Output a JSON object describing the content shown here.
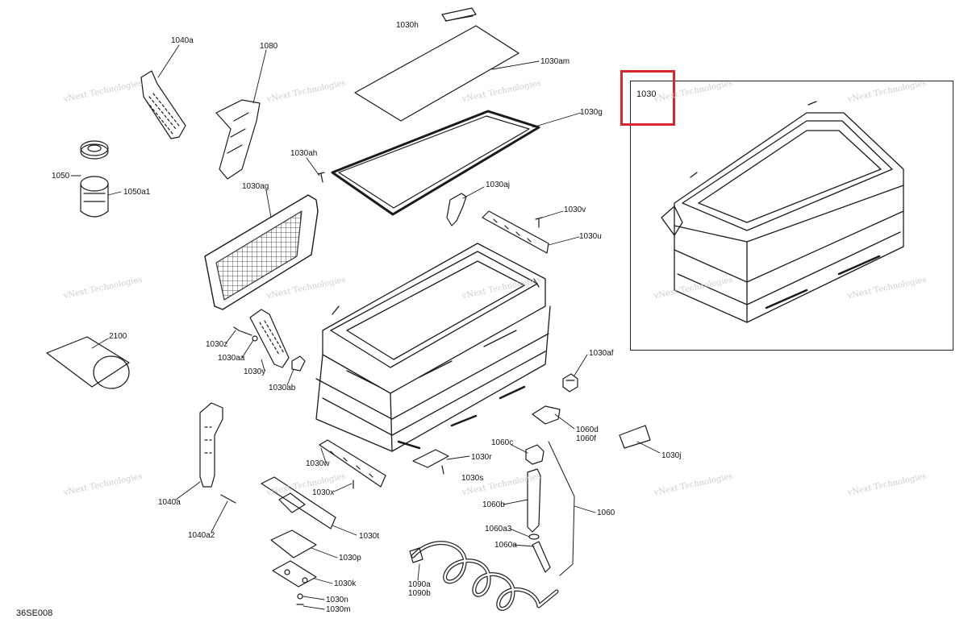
{
  "diagram": {
    "code": "36SE008",
    "inset_label": "1030",
    "watermark": "vNext Technologies",
    "highlight_color": "#d9262c",
    "labels": {
      "p1030h": "1030h",
      "p1030am": "1030am",
      "p1030g": "1030g",
      "p1040a_top": "1040a",
      "p1080": "1080",
      "p1030ah": "1030ah",
      "p1030ag": "1030ag",
      "p1030aj": "1030aj",
      "p1030v": "1030v",
      "p1030u": "1030u",
      "p1050": "1050",
      "p1050a1": "1050a1",
      "p2100": "2100",
      "p1030z": "1030z",
      "p1030aa": "1030aa",
      "p1030y": "1030y",
      "p1030ab": "1030ab",
      "p1030af": "1030af",
      "p1060d": "1060d",
      "p1060f": "1060f",
      "p1030j": "1030j",
      "p1060c": "1060c",
      "p1030w": "1030w",
      "p1030r": "1030r",
      "p1030s": "1030s",
      "p1030x": "1030x",
      "p1040a_bottom": "1040a",
      "p1060": "1060",
      "p1060b": "1060b",
      "p1040a2": "1040a2",
      "p1030t": "1030t",
      "p1060a3": "1060a3",
      "p1060a": "1060a",
      "p1030p": "1030p",
      "p1030k": "1030k",
      "p1090a": "1090a",
      "p1090b": "1090b",
      "p1030n": "1030n",
      "p1030m": "1030m"
    }
  }
}
